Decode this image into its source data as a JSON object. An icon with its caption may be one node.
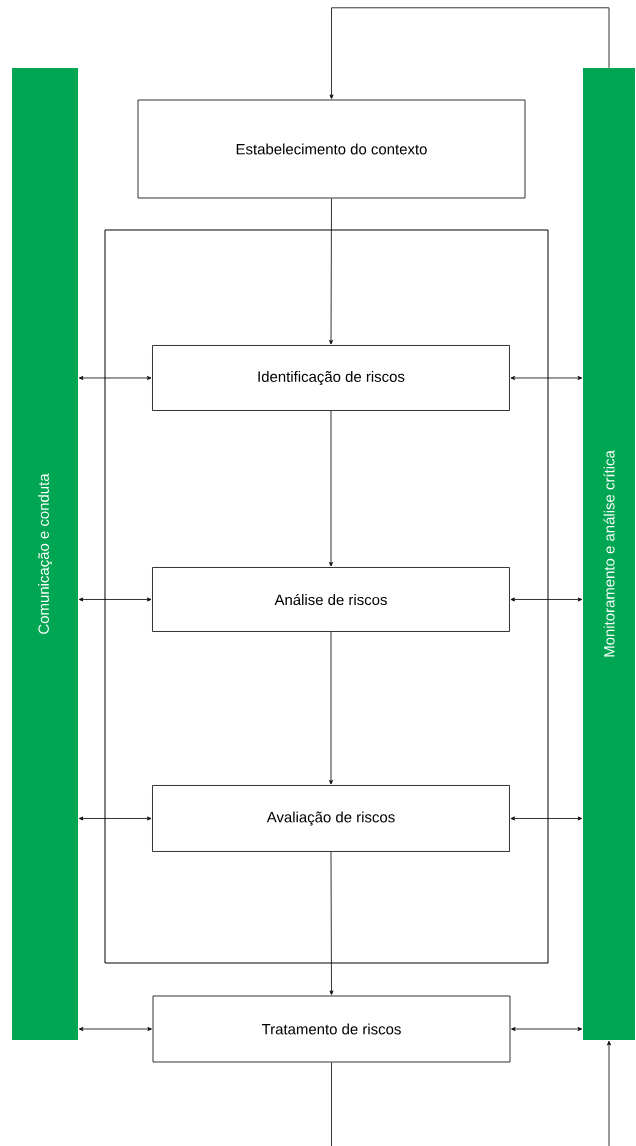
{
  "diagram": {
    "nodes": [
      {
        "text": [
          "Comunicação e conduta"
        ]
      },
      {
        "text": [
          "Estabelecimento do contexto"
        ]
      },
      {
        "text": [],
        "shape": "box"
      },
      {
        "text": [
          "Identificação de riscos"
        ],
        "in": 2
      },
      {
        "text": [
          "Análise de riscos"
        ],
        "in": 2
      },
      {
        "text": [
          "Avaliação de riscos"
        ],
        "in": 2
      },
      {
        "text": [
          "Tratamento de riscos"
        ]
      },
      {
        "text": [
          "Monitoramento e análise crítica"
        ]
      }
    ],
    "edges": [
      {
        "from": 7,
        "to": 1,
        "arrow": "to"
      },
      {
        "from": 1,
        "to": 3,
        "arrow": "to"
      },
      {
        "from": 3,
        "to": 4,
        "arrow": "to"
      },
      {
        "from": 4,
        "to": 5,
        "arrow": "to"
      },
      {
        "from": 5,
        "to": 6,
        "arrow": "to"
      },
      {
        "from": 6,
        "to": null,
        "arrow": "none"
      },
      {
        "from": null,
        "to": 7,
        "arrow": "to"
      },
      {
        "from": 0,
        "to": 3,
        "arrow": "both"
      },
      {
        "from": 0,
        "to": 4,
        "arrow": "both"
      },
      {
        "from": 0,
        "to": 5,
        "arrow": "both"
      },
      {
        "from": 0,
        "to": 6,
        "arrow": "both"
      },
      {
        "from": 3,
        "to": 7,
        "arrow": "both"
      },
      {
        "from": 4,
        "to": 7,
        "arrow": "both"
      },
      {
        "from": 5,
        "to": 7,
        "arrow": "both"
      },
      {
        "from": 6,
        "to": 7,
        "arrow": "both"
      }
    ]
  }
}
